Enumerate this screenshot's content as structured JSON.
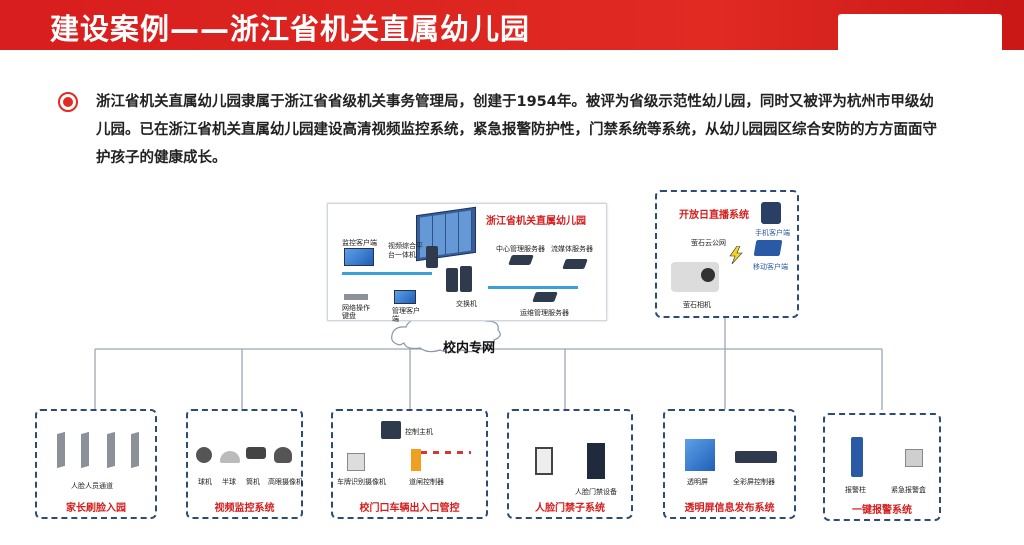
{
  "header": {
    "title": "建设案例——浙江省机关直属幼儿园"
  },
  "intro": {
    "text": "浙江省机关直属幼儿园隶属于浙江省省级机关事务管理局，创建于1954年。被评为省级示范性幼儿园，同时又被评为杭州市甲级幼儿园。已在浙江省机关直属幼儿园建设高清视频监控系统，紧急报警防护性，门禁系统等系统，从幼儿园园区综合安防的方方面面守护孩子的健康成长。"
  },
  "main_center": {
    "title": "浙江省机关直属幼儿园",
    "labels": {
      "monitor_client": "监控客户端",
      "video_platform": "视频综合平台一体机",
      "center_server": "中心管理服务器",
      "stream_server": "流媒体服务器",
      "switch": "交换机",
      "keyboard": "网络操作键盘",
      "mgmt_client": "管理客户端",
      "ops_server": "运维管理服务器"
    }
  },
  "open_day": {
    "title": "开放日直播系统",
    "cloud_label": "萤石云公网",
    "phone_label": "手机客户端",
    "mobile_label": "移动客户端",
    "camera_label": "萤石相机"
  },
  "network": {
    "label": "校内专网"
  },
  "subsystems": [
    {
      "title": "家长刷脸入园",
      "devices": [
        "人脸人员通道"
      ]
    },
    {
      "title": "视频监控系统",
      "devices": [
        "球机",
        "半球",
        "筒机",
        "高眼摄像机"
      ]
    },
    {
      "title": "校门口车辆出入口管控",
      "devices": [
        "控制主机",
        "车牌识别摄像机",
        "道闸控制器"
      ]
    },
    {
      "title": "人脸门禁子系统",
      "devices": [
        "人脸门禁设备"
      ]
    },
    {
      "title": "透明屏信息发布系统",
      "devices": [
        "透明屏",
        "全彩屏控制器"
      ]
    },
    {
      "title": "一键报警系统",
      "devices": [
        "报警柱",
        "紧急报警盒"
      ]
    }
  ],
  "colors": {
    "brand_red": "#e02a22",
    "box_border": "#2c4a7a",
    "title_red": "#d41d1d"
  }
}
